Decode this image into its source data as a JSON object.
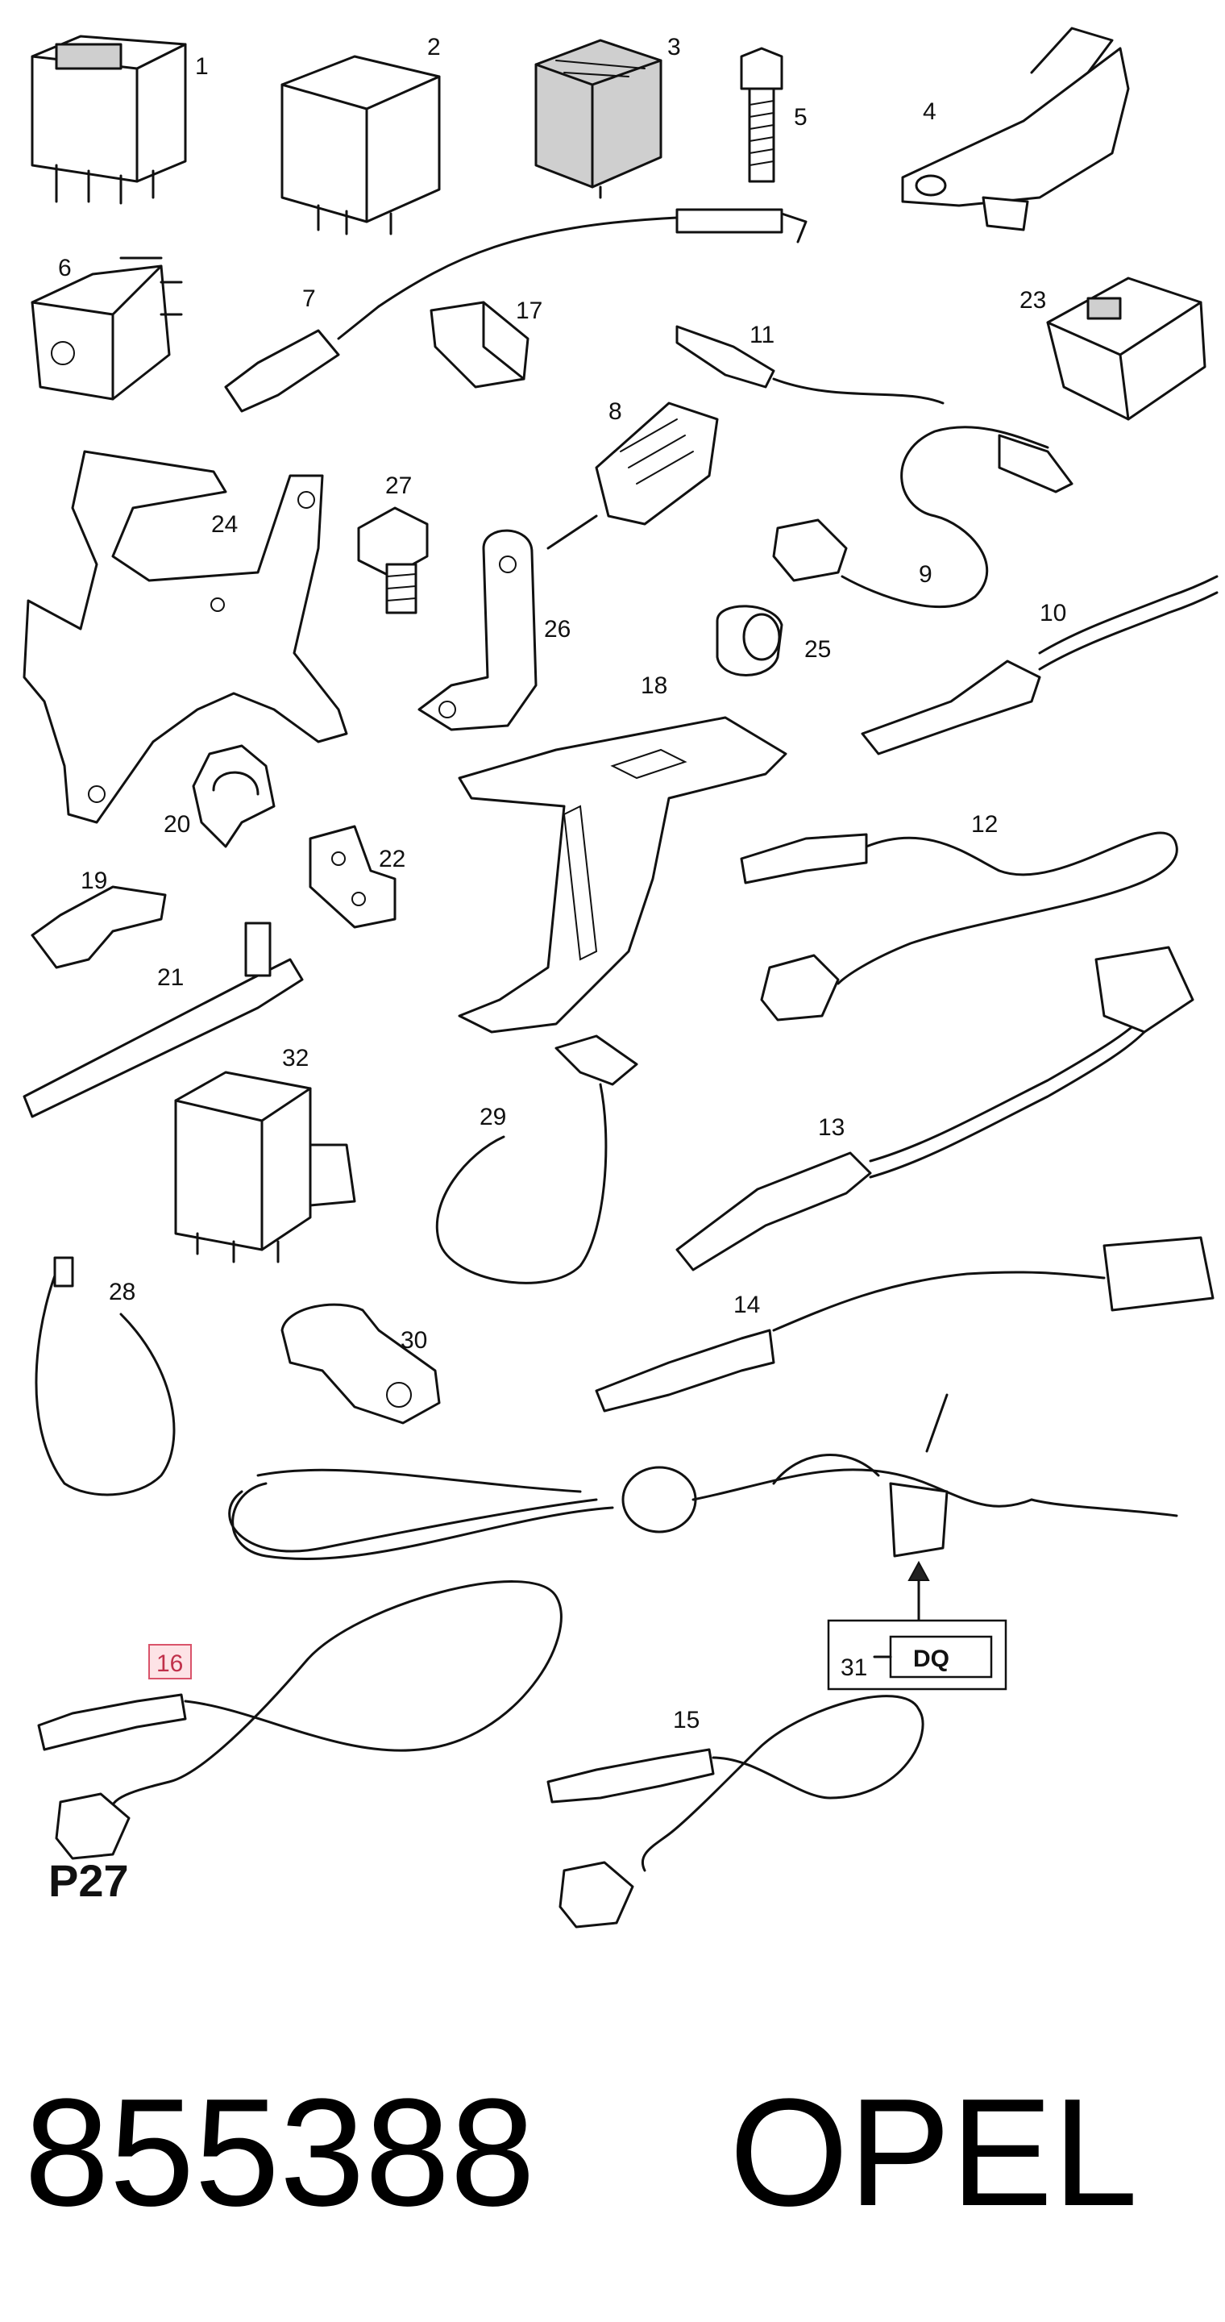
{
  "callouts": [
    "1",
    "2",
    "3",
    "4",
    "5",
    "6",
    "7",
    "8",
    "9",
    "10",
    "11",
    "12",
    "13",
    "14",
    "15",
    "16",
    "17",
    "18",
    "19",
    "20",
    "21",
    "22",
    "23",
    "24",
    "25",
    "26",
    "27",
    "28",
    "29",
    "30",
    "31",
    "32"
  ],
  "box_label": "DQ",
  "group_label": "P27",
  "footer": {
    "part_number": "855388",
    "brand": "OPEL"
  },
  "colors": {
    "ink": "#111111",
    "highlight_fill": "#fde3e6",
    "highlight_stroke": "#d9536a"
  }
}
